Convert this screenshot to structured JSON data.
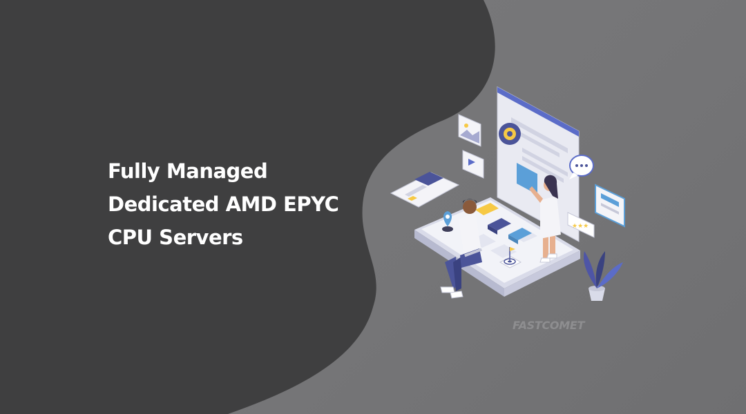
{
  "headline": {
    "line1": "Fully Managed",
    "line2": "Dedicated AMD EPYC",
    "line3": "CPU Servers"
  },
  "brand": {
    "logo_text": "FASTCOMET"
  },
  "colors": {
    "dark_panel": "#3f3f40",
    "light_panel": "#767678",
    "headline_text": "#ffffff",
    "accent_blue": "#5b6cc8",
    "accent_yellow": "#f6c945",
    "plant": "#4e55a6"
  },
  "illustration": {
    "icons": [
      "browser-window-icon",
      "gear-icon",
      "chat-bubble-icon",
      "image-card-icon",
      "video-card-icon",
      "document-card-icon",
      "rating-stars-icon",
      "location-pin-icon",
      "target-icon",
      "plant-icon"
    ]
  }
}
